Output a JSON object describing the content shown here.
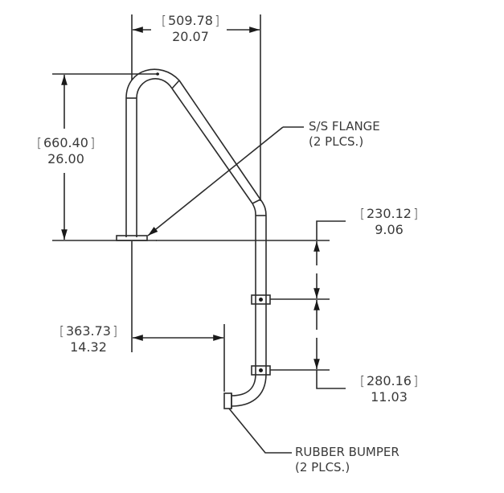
{
  "drawing": {
    "subject": "Pool handrail with rubber bumpers",
    "stroke_color": "#2b2b2b",
    "text_color": "#3a3a3a",
    "background": "#ffffff"
  },
  "dimensions": {
    "overall_width": {
      "metric": "509.78",
      "imperial": "20.07"
    },
    "height_above_deck": {
      "metric": "660.40",
      "imperial": "26.00"
    },
    "setback": {
      "metric": "363.73",
      "imperial": "14.32"
    },
    "upper_bumper_depth": {
      "metric": "230.12",
      "imperial": "9.06"
    },
    "bumper_spacing": {
      "metric": "280.16",
      "imperial": "11.03"
    }
  },
  "callouts": {
    "flange": {
      "line1": "S/S FLANGE",
      "line2": "(2 PLCS.)"
    },
    "bumper": {
      "line1": "RUBBER BUMPER",
      "line2": "(2 PLCS.)"
    }
  }
}
